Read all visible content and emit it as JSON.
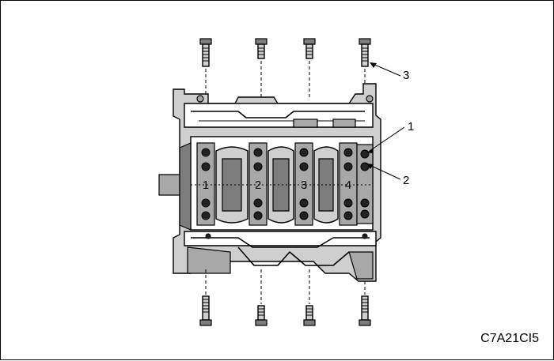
{
  "callouts": {
    "one": "1",
    "two": "2",
    "three": "3"
  },
  "figure_code": "C7A21CI5",
  "journal_labels": [
    "1",
    "2",
    "3",
    "4"
  ]
}
